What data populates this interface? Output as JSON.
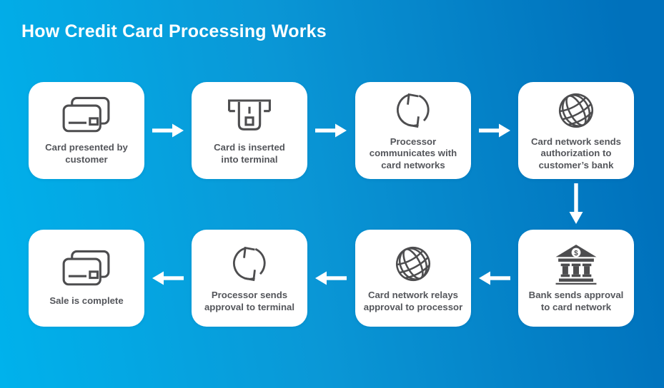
{
  "title": "How Credit Card Processing Works",
  "colors": {
    "background_gradient_left": "#00b2ec",
    "background_gradient_right": "#0071bc",
    "card_background": "#ffffff",
    "icon_color": "#4d4d4f",
    "label_color": "#54565b",
    "arrow_color": "#ffffff",
    "title_color": "#ffffff"
  },
  "steps": [
    {
      "icon": "credit-cards-icon",
      "lines": [
        "Card presented by",
        "customer"
      ]
    },
    {
      "icon": "card-terminal-icon",
      "lines": [
        "Card is inserted",
        "into terminal"
      ]
    },
    {
      "icon": "sync-arrows-icon",
      "lines": [
        "Processor",
        "communicates with",
        "card networks"
      ]
    },
    {
      "icon": "globe-icon",
      "lines": [
        "Card network sends",
        "authorization to",
        "customer’s bank"
      ]
    },
    {
      "icon": "bank-icon",
      "lines": [
        "Bank sends approval",
        "to card network"
      ]
    },
    {
      "icon": "globe-icon",
      "lines": [
        "Card network relays",
        "approval to processor"
      ]
    },
    {
      "icon": "sync-arrows-icon",
      "lines": [
        "Processor sends",
        "approval to terminal"
      ]
    },
    {
      "icon": "credit-cards-icon",
      "lines": [
        "Sale is complete"
      ]
    }
  ],
  "bank_icon": {
    "dollar_symbol": "$"
  },
  "flow": {
    "row1_direction": "right",
    "connector_4_to_5": "down",
    "row2_direction": "left"
  }
}
